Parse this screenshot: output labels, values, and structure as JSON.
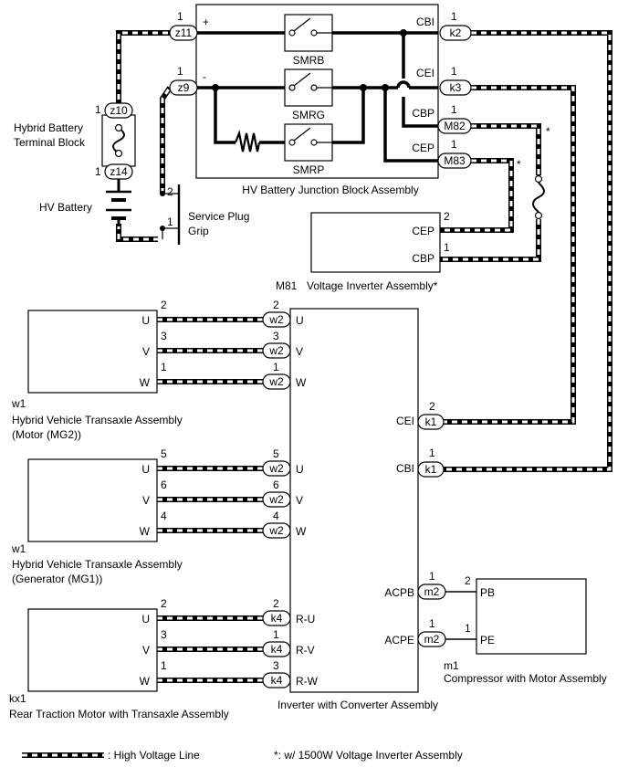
{
  "blocks": {
    "junction": "HV Battery Junction Block Assembly",
    "terminal_line1": "Hybrid Battery",
    "terminal_line2": "Terminal Block",
    "hv_battery": "HV Battery",
    "service_line1": "Service Plug",
    "service_line2": "Grip",
    "voltage_inverter_code": "M81",
    "voltage_inverter": "Voltage Inverter Assembly*",
    "motor_code": "w1",
    "motor_line1": "Hybrid Vehicle Transaxle Assembly",
    "motor_line2": "(Motor (MG2))",
    "gen_code": "w1",
    "gen_line1": "Hybrid Vehicle Transaxle Assembly",
    "gen_line2": "(Generator (MG1))",
    "rear_code": "kx1",
    "rear": "Rear Traction Motor with Transaxle Assembly",
    "inverter": "Inverter with Converter Assembly",
    "comp_code": "m1",
    "comp": "Compressor with Motor Assembly"
  },
  "switches": {
    "smrb": "SMRB",
    "smrg": "SMRG",
    "smrp": "SMRP"
  },
  "signs": {
    "plus": "+",
    "minus": "-"
  },
  "asterisk": "*",
  "connectors": {
    "z11": {
      "label": "z11",
      "pin": "1"
    },
    "z9": {
      "label": "z9",
      "pin": "1"
    },
    "z10": {
      "label": "z10",
      "pin": "1"
    },
    "z14": {
      "label": "z14",
      "pin": "1"
    },
    "k2": {
      "label": "k2",
      "pin": "1",
      "term": "CBI"
    },
    "k3": {
      "label": "k3",
      "pin": "1",
      "term": "CEI"
    },
    "m82": {
      "label": "M82",
      "pin": "1",
      "term": "CBP"
    },
    "m83": {
      "label": "M83",
      "pin": "1",
      "term": "CEP"
    },
    "k1a": {
      "label": "k1",
      "pin": "2",
      "term": "CEI"
    },
    "k1b": {
      "label": "k1",
      "pin": "1",
      "term": "CBI"
    },
    "m2a": {
      "label": "m2",
      "pin": "1",
      "term": "ACPB"
    },
    "m2b": {
      "label": "m2",
      "pin": "1",
      "term": "ACPE"
    }
  },
  "service_pins": [
    "2",
    "1"
  ],
  "vinv": [
    {
      "term": "CEP",
      "pin": "2"
    },
    {
      "term": "CBP",
      "pin": "1"
    }
  ],
  "motor_rows": [
    {
      "src_term": "U",
      "src_pin": "2",
      "conn": "w2",
      "pin": "2",
      "term": "U"
    },
    {
      "src_term": "V",
      "src_pin": "3",
      "conn": "w2",
      "pin": "3",
      "term": "V"
    },
    {
      "src_term": "W",
      "src_pin": "1",
      "conn": "w2",
      "pin": "1",
      "term": "W"
    }
  ],
  "gen_rows": [
    {
      "src_term": "U",
      "src_pin": "5",
      "conn": "w2",
      "pin": "5",
      "term": "U"
    },
    {
      "src_term": "V",
      "src_pin": "6",
      "conn": "w2",
      "pin": "6",
      "term": "V"
    },
    {
      "src_term": "W",
      "src_pin": "4",
      "conn": "w2",
      "pin": "4",
      "term": "W"
    }
  ],
  "rear_rows": [
    {
      "src_term": "U",
      "src_pin": "2",
      "conn": "k4",
      "pin": "2",
      "term": "R-U"
    },
    {
      "src_term": "V",
      "src_pin": "3",
      "conn": "k4",
      "pin": "1",
      "term": "R-V"
    },
    {
      "src_term": "W",
      "src_pin": "1",
      "conn": "k4",
      "pin": "3",
      "term": "R-W"
    }
  ],
  "comp_rows": [
    {
      "pin": "2",
      "term": "PB"
    },
    {
      "pin": "1",
      "term": "PE"
    }
  ],
  "legend": {
    "hv_line": ": High Voltage Line",
    "note": "*: w/ 1500W Voltage Inverter Assembly"
  }
}
